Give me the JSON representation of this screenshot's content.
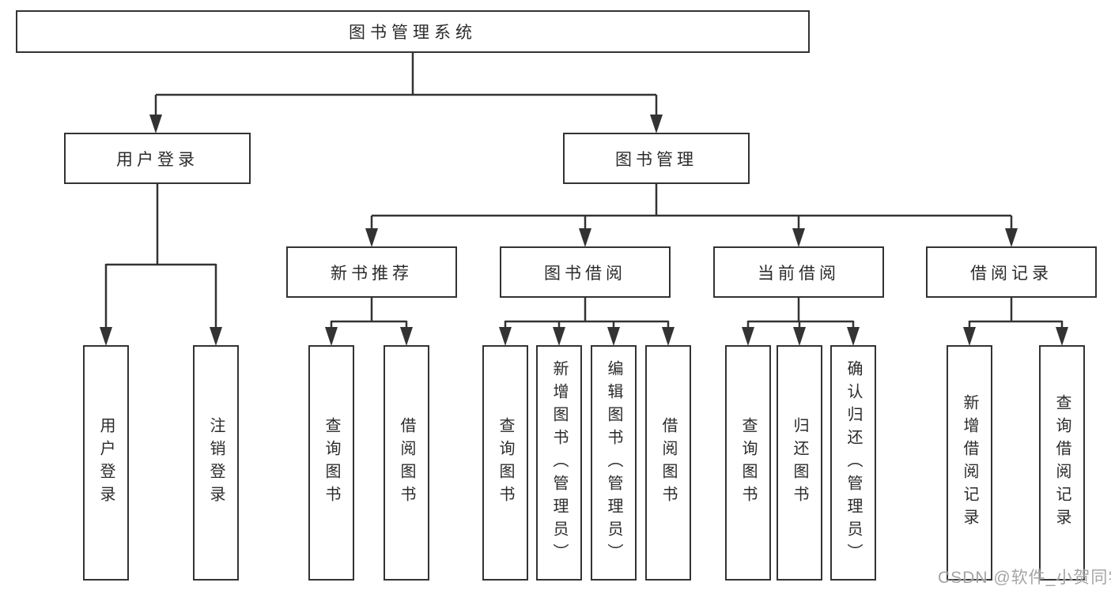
{
  "diagram": {
    "title": "图书管理系统",
    "tree": {
      "label": "图书管理系统",
      "children": [
        {
          "label": "用户登录",
          "children": [
            {
              "label": "用户登录"
            },
            {
              "label": "注销登录"
            }
          ]
        },
        {
          "label": "图书管理",
          "children": [
            {
              "label": "新书推荐",
              "children": [
                {
                  "label": "查询图书"
                },
                {
                  "label": "借阅图书"
                }
              ]
            },
            {
              "label": "图书借阅",
              "children": [
                {
                  "label": "查询图书"
                },
                {
                  "label": "新增图书（管理员）"
                },
                {
                  "label": "编辑图书（管理员）"
                },
                {
                  "label": "借阅图书"
                }
              ]
            },
            {
              "label": "当前借阅",
              "children": [
                {
                  "label": "查询图书"
                },
                {
                  "label": "归还图书"
                },
                {
                  "label": "确认归还（管理员）"
                }
              ]
            },
            {
              "label": "借阅记录",
              "children": [
                {
                  "label": "新增借阅记录"
                },
                {
                  "label": "查询借阅记录"
                }
              ]
            }
          ]
        }
      ]
    },
    "colors": {
      "line": "#333333",
      "box_border": "#333333",
      "box_fill": "#ffffff",
      "text": "#2b2b2b",
      "watermark": "#949494"
    }
  },
  "watermark": {
    "text": "CSDN @软件_小贺同学"
  }
}
